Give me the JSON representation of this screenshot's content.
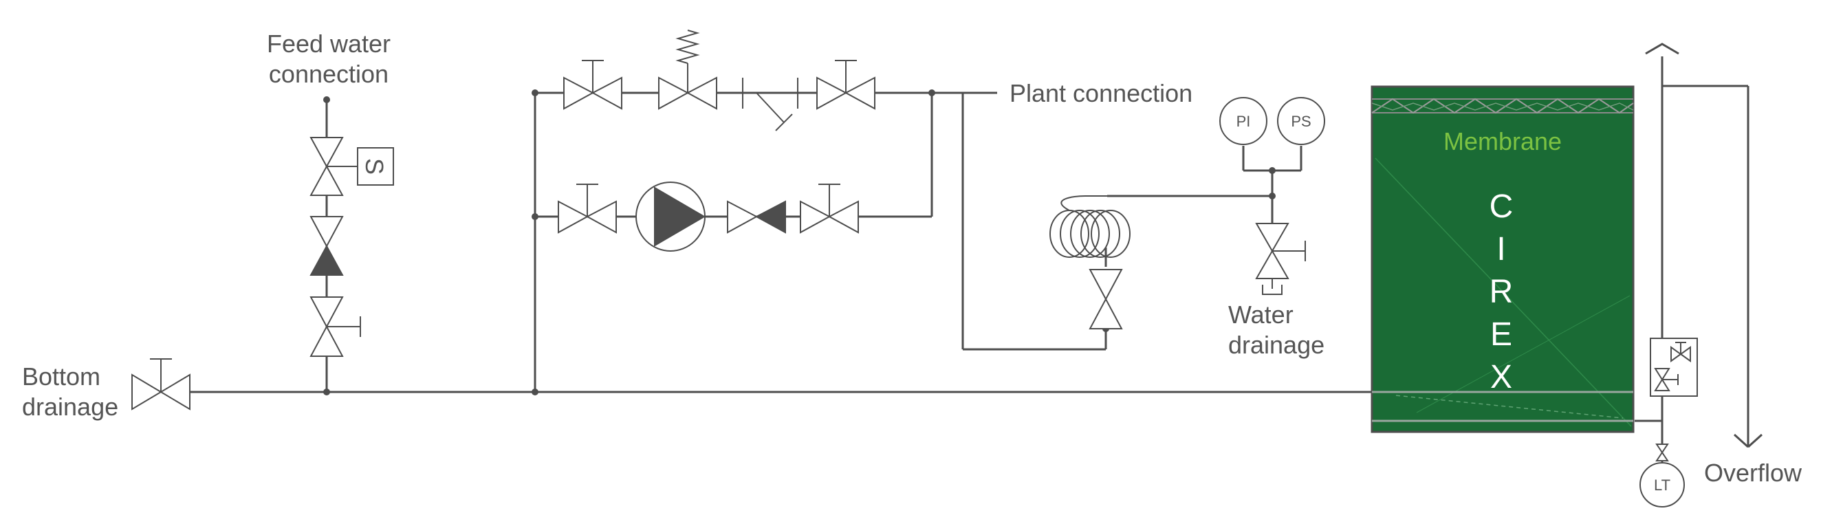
{
  "labels": {
    "feed_water_line1": "Feed water",
    "feed_water_line2": "connection",
    "plant_connection": "Plant connection",
    "bottom_drainage_line1": "Bottom",
    "bottom_drainage_line2": "drainage",
    "water_drainage_line1": "Water",
    "water_drainage_line2": "drainage",
    "overflow": "Overflow"
  },
  "instruments": {
    "pressure_indicator": "PI",
    "pressure_switch": "PS",
    "level_transmitter": "LT",
    "solenoid": "S"
  },
  "tank": {
    "membrane": "Membrane",
    "letters": [
      "C",
      "I",
      "R",
      "E",
      "X"
    ],
    "fill_color": "#1a6b35",
    "membrane_color": "#7cc242"
  },
  "colors": {
    "line": "#4d4d4d",
    "text": "#555555"
  }
}
